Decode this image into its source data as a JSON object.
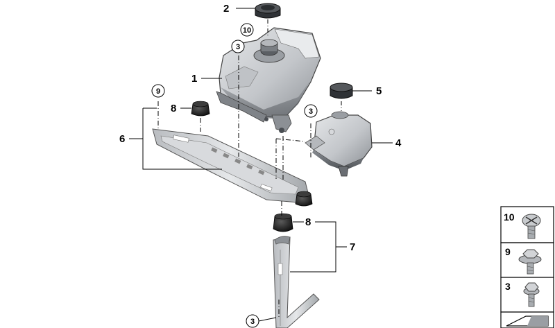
{
  "diagram": {
    "callouts": {
      "reservoir": "1",
      "reservoir_cap": "2",
      "bolt_label_reservoir": "3",
      "bolt_label_right": "3",
      "bolt_label_bottom": "3",
      "secondary_tank": "4",
      "secondary_cap": "5",
      "carrier_bracket": "6",
      "vertical_bracket": "7",
      "rubber_mount_top": "8",
      "rubber_mount_bottom": "8",
      "screw_9": "9",
      "screw_10": "10"
    },
    "legend": [
      {
        "number": "10",
        "icon": "pan-head-screw-icon"
      },
      {
        "number": "9",
        "icon": "flange-bolt-icon"
      },
      {
        "number": "3",
        "icon": "hex-bolt-icon"
      }
    ],
    "colors": {
      "part_fill": "#c9ccd0",
      "part_dark": "#6b6f74",
      "rubber": "#2b2b2b",
      "line": "#000000"
    }
  }
}
